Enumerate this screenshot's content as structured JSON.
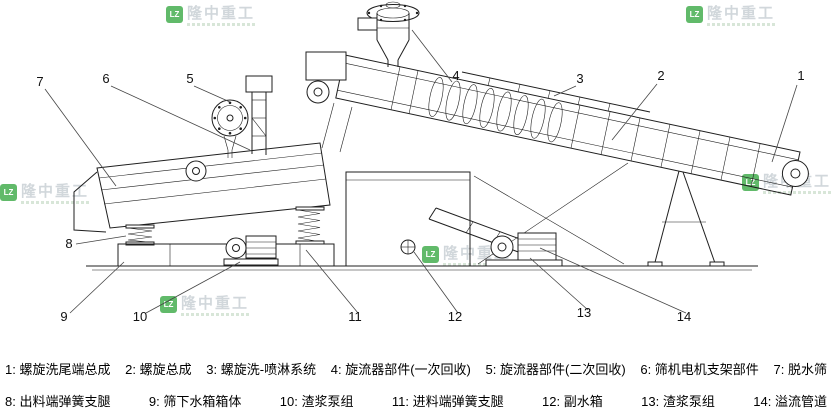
{
  "watermark": {
    "logo_abbr": "LZ",
    "brand": "隆中重工"
  },
  "callouts": [
    "1",
    "2",
    "3",
    "4",
    "5",
    "6",
    "7",
    "8",
    "9",
    "10",
    "11",
    "12",
    "13",
    "14"
  ],
  "legend": {
    "row1": [
      "1: 螺旋洗尾端总成",
      "2: 螺旋总成",
      "3: 螺旋洗-喷淋系统",
      "4: 旋流器部件(一次回收)",
      "5: 旋流器部件(二次回收)",
      "6: 筛机电机支架部件",
      "7: 脱水筛"
    ],
    "row2": [
      "8: 出料端弹簧支腿",
      "9: 筛下水箱箱体",
      "10: 渣浆泵组",
      "11: 进料端弹簧支腿",
      "12: 副水箱",
      "13: 渣浆泵组",
      "14: 溢流管道"
    ]
  },
  "colors": {
    "line": "#1f1f1f",
    "watermark_green": "#3aaa46",
    "watermark_gray": "#c6ced3"
  }
}
